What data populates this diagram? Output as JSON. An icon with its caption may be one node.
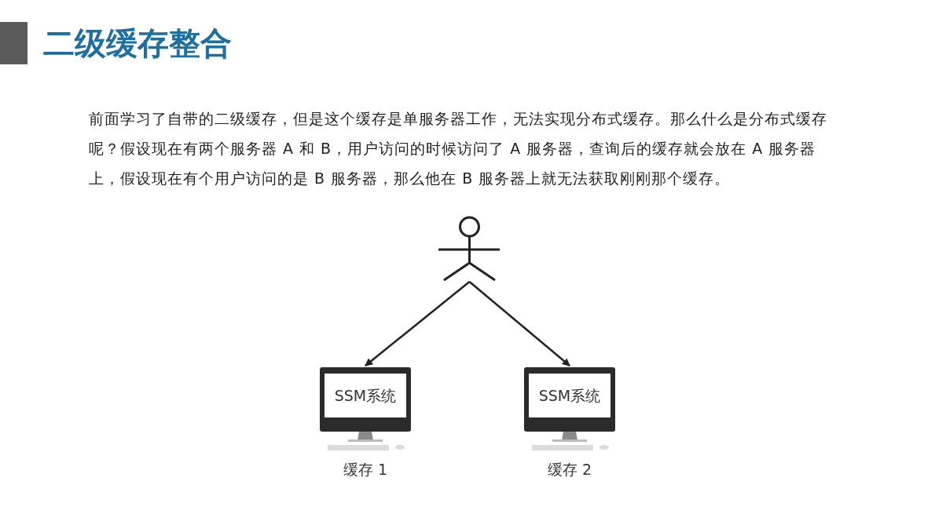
{
  "diagram": {
    "title": "二级缓存整合",
    "nodes": [
      {
        "text": [],
        "shape": "person"
      },
      {
        "text": [
          "SSM系统"
        ],
        "beside": [
          "缓存 1"
        ]
      },
      {
        "text": [
          "SSM系统"
        ],
        "beside": [
          "缓存 2"
        ]
      }
    ],
    "edges": [
      {
        "from": 0,
        "to": 1,
        "arrow": "to"
      },
      {
        "from": 0,
        "to": 2,
        "arrow": "to"
      }
    ],
    "labels": [
      "前面学习了自带的二级缓存，但是这个缓存是单服务器工作，无法实现分布式缓存。那么什么是分布式缓存呢？假设现在有两个服务器 A 和 B，用户访问的时候访问了 A 服务器，查询后的缓存就会放在 A 服务器上，假设现在有个用户访问的是 B 服务器，那么他在 B 服务器上就无法获取刚刚那个缓存。"
    ]
  }
}
